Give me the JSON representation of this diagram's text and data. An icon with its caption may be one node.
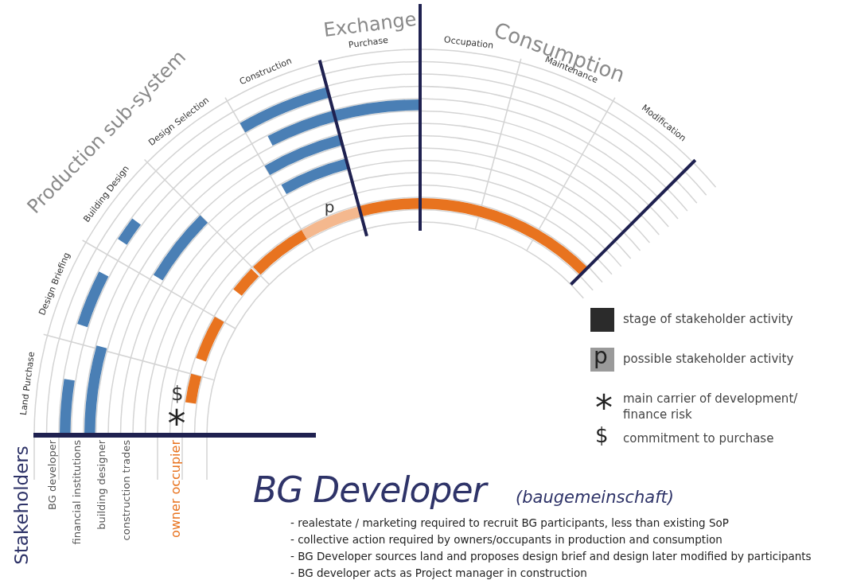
{
  "diagram": {
    "title": "BG Developer",
    "labels": [
      "Production sub-system",
      "Exchange",
      "Consumption",
      "Land Purchase",
      "Design Briefing",
      "Building Design",
      "Design Selection",
      "Construction",
      "Purchase",
      "Occupation",
      "Maintenance",
      "Modification",
      "p",
      "$",
      "*",
      "Stakeholders",
      "BG developer",
      "financial institutions",
      "building designer",
      "construction trades",
      "owner occupier",
      "(baugemeinschaft)",
      "- realestate / marketing required to recruit BG participants, less than existing SoP",
      "- collective action required by owners/occupants in production and consumption",
      "- BG Developer sources land and proposes design brief and design later modified by participants",
      "- BG developer acts as Project manager in construction",
      "p",
      "*",
      "$"
    ],
    "legend": [
      {
        "text": "stage of stakeholder activity",
        "color": "#2b2b2b"
      },
      {
        "text": "possible stakeholder activity",
        "color": "#9a9a9a"
      },
      {
        "text": "main carrier of development/ finance risk"
      },
      {
        "text": "commitment to purchase"
      }
    ]
  }
}
